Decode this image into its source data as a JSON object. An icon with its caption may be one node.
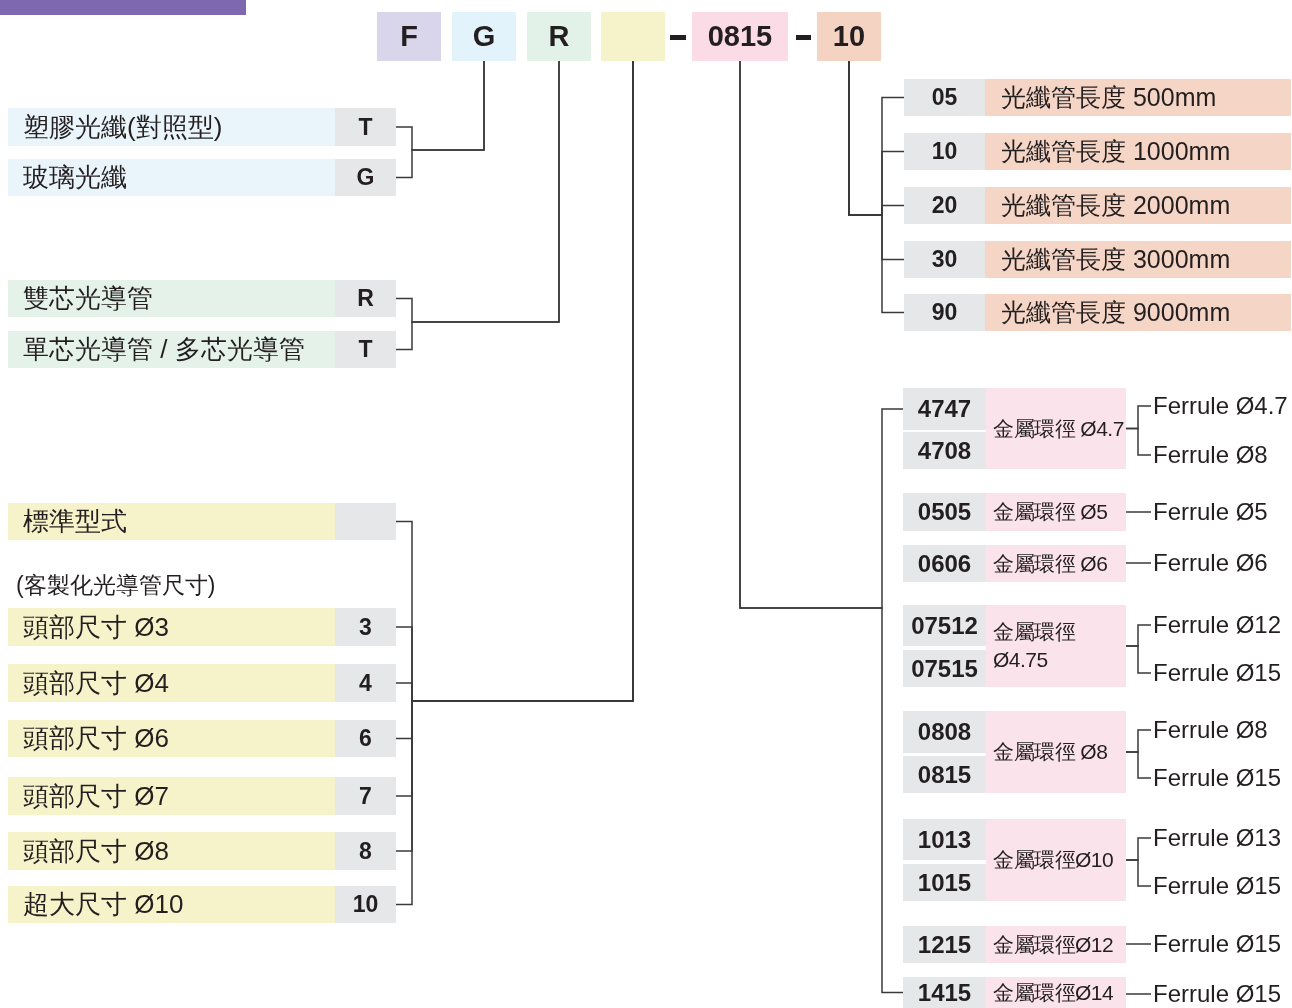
{
  "diagram": {
    "nodes": [
      {
        "text": [
          "F"
        ]
      },
      {
        "text": [
          "G"
        ]
      },
      {
        "text": [
          "R"
        ]
      },
      {
        "text": [],
        "shape": "box"
      },
      {
        "text": [
          "0815"
        ]
      },
      {
        "text": [
          "10"
        ]
      },
      {
        "text": [
          "塑膠光纖(對照型)",
          "T"
        ]
      },
      {
        "text": [
          "玻璃光纖",
          "G"
        ]
      },
      {
        "text": [
          "雙芯光導管",
          "R"
        ]
      },
      {
        "text": [
          "單芯光導管 / 多芯光導管",
          "T"
        ]
      },
      {
        "text": [
          "標準型式"
        ]
      },
      {
        "text": [
          "頭部尺寸 Ø3",
          "3"
        ]
      },
      {
        "text": [
          "頭部尺寸 Ø4",
          "4"
        ]
      },
      {
        "text": [
          "頭部尺寸 Ø6",
          "6"
        ]
      },
      {
        "text": [
          "頭部尺寸 Ø7",
          "7"
        ]
      },
      {
        "text": [
          "頭部尺寸 Ø8",
          "8"
        ]
      },
      {
        "text": [
          "超大尺寸 Ø10",
          "10"
        ]
      },
      {
        "text": [
          "05",
          "光纖管長度 500mm"
        ]
      },
      {
        "text": [
          "10",
          "光纖管長度 1000mm"
        ]
      },
      {
        "text": [
          "20",
          "光纖管長度 2000mm"
        ]
      },
      {
        "text": [
          "30",
          "光纖管長度 3000mm"
        ]
      },
      {
        "text": [
          "90",
          "光纖管長度 9000mm"
        ]
      },
      {
        "text": [
          "4747"
        ]
      },
      {
        "text": [
          "4708"
        ]
      },
      {
        "text": [
          "金屬環徑 Ø4.7"
        ]
      },
      {
        "text": [
          "Ferrule Ø4.7"
        ]
      },
      {
        "text": [
          "Ferrule Ø8"
        ]
      },
      {
        "text": [
          "0505"
        ]
      },
      {
        "text": [
          "金屬環徑 Ø5"
        ]
      },
      {
        "text": [
          "Ferrule Ø5"
        ]
      },
      {
        "text": [
          "0606"
        ]
      },
      {
        "text": [
          "金屬環徑 Ø6"
        ]
      },
      {
        "text": [
          "Ferrule Ø6"
        ]
      },
      {
        "text": [
          "07512"
        ]
      },
      {
        "text": [
          "07515"
        ]
      },
      {
        "text": [
          "金屬環徑 Ø4.75"
        ]
      },
      {
        "text": [
          "Ferrule Ø12"
        ]
      },
      {
        "text": [
          "Ferrule Ø15"
        ]
      },
      {
        "text": [
          "0808"
        ]
      },
      {
        "text": [
          "0815"
        ]
      },
      {
        "text": [
          "金屬環徑 Ø8"
        ]
      },
      {
        "text": [
          "Ferrule Ø8"
        ]
      },
      {
        "text": [
          "Ferrule Ø15"
        ]
      },
      {
        "text": [
          "1013"
        ]
      },
      {
        "text": [
          "1015"
        ]
      },
      {
        "text": [
          "金屬環徑Ø10"
        ]
      },
      {
        "text": [
          "Ferrule Ø13"
        ]
      },
      {
        "text": [
          "Ferrule Ø15"
        ]
      },
      {
        "text": [
          "1215"
        ]
      },
      {
        "text": [
          "金屬環徑Ø12"
        ]
      },
      {
        "text": [
          "Ferrule Ø15"
        ]
      },
      {
        "text": [
          "1415"
        ]
      },
      {
        "text": [
          "金屬環徑Ø14"
        ]
      },
      {
        "text": [
          "Ferrule Ø15"
        ]
      }
    ],
    "edges": [
      {
        "from": 6,
        "to": 1,
        "arrow": "none"
      },
      {
        "from": 7,
        "to": 1,
        "arrow": "none"
      },
      {
        "from": 8,
        "to": 2,
        "arrow": "none"
      },
      {
        "from": 9,
        "to": 2,
        "arrow": "none"
      },
      {
        "from": 10,
        "to": 3,
        "arrow": "none"
      },
      {
        "from": 11,
        "to": 3,
        "arrow": "none"
      },
      {
        "from": 12,
        "to": 3,
        "arrow": "none"
      },
      {
        "from": 13,
        "to": 3,
        "arrow": "none"
      },
      {
        "from": 14,
        "to": 3,
        "arrow": "none"
      },
      {
        "from": 15,
        "to": 3,
        "arrow": "none"
      },
      {
        "from": 16,
        "to": 3,
        "arrow": "none"
      },
      {
        "from": 5,
        "to": 17,
        "arrow": "none"
      },
      {
        "from": 5,
        "to": 18,
        "arrow": "none"
      },
      {
        "from": 5,
        "to": 19,
        "arrow": "none"
      },
      {
        "from": 5,
        "to": 20,
        "arrow": "none"
      },
      {
        "from": 5,
        "to": 21,
        "arrow": "none"
      },
      {
        "from": 4,
        "to": 22,
        "arrow": "none"
      },
      {
        "from": 4,
        "to": 51,
        "arrow": "none"
      },
      {
        "from": 24,
        "to": 25,
        "arrow": "none"
      },
      {
        "from": 24,
        "to": 26,
        "arrow": "none"
      },
      {
        "from": 28,
        "to": 29,
        "arrow": "none"
      },
      {
        "from": 31,
        "to": 32,
        "arrow": "none"
      },
      {
        "from": 35,
        "to": 36,
        "arrow": "none"
      },
      {
        "from": 35,
        "to": 37,
        "arrow": "none"
      },
      {
        "from": 40,
        "to": 41,
        "arrow": "none"
      },
      {
        "from": 40,
        "to": 42,
        "arrow": "none"
      },
      {
        "from": 45,
        "to": 46,
        "arrow": "none"
      },
      {
        "from": 45,
        "to": 47,
        "arrow": "none"
      },
      {
        "from": 49,
        "to": 50,
        "arrow": "none"
      },
      {
        "from": 52,
        "to": 53,
        "arrow": "none"
      }
    ],
    "labels": [
      "(客製化光導管尺寸)"
    ]
  }
}
